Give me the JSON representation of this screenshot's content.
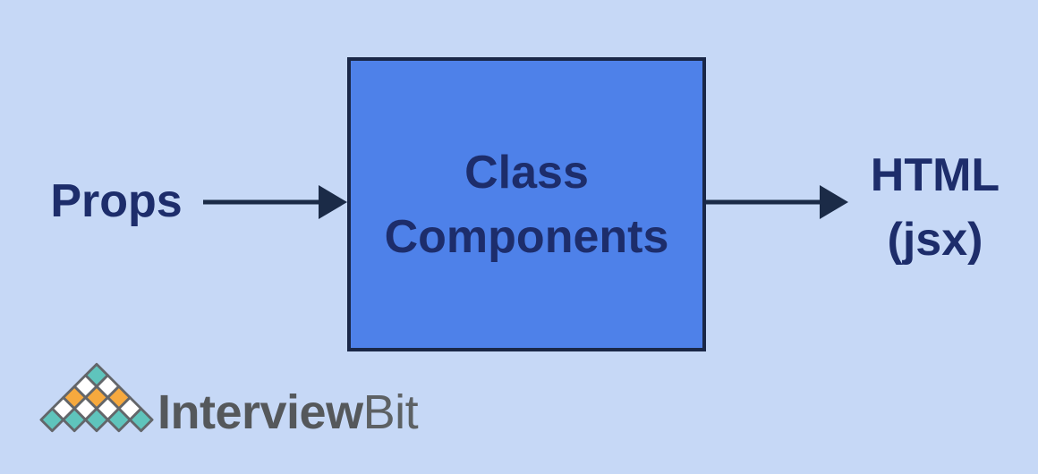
{
  "diagram": {
    "input_label": "Props",
    "box_label": "Class Components",
    "output_label": "HTML (jsx)",
    "colors": {
      "background": "#c6d8f6",
      "box_fill": "#4e81e9",
      "box_border": "#1a2747",
      "arrow": "#1b2b47",
      "text": "#1d2d6b"
    }
  },
  "logo": {
    "text_primary": "Interview",
    "text_secondary": "Bit",
    "colors": {
      "teal": "#5fc4bc",
      "orange": "#f6a93e",
      "white": "#ffffff",
      "outline": "#63666a",
      "text_primary": "#55585b",
      "text_secondary": "#5d6164"
    },
    "pattern": [
      [
        "teal"
      ],
      [
        "white",
        "white"
      ],
      [
        "orange",
        "orange",
        "orange"
      ],
      [
        "white",
        "white",
        "white",
        "white"
      ],
      [
        "teal",
        "teal",
        "teal",
        "teal",
        "teal"
      ]
    ]
  }
}
